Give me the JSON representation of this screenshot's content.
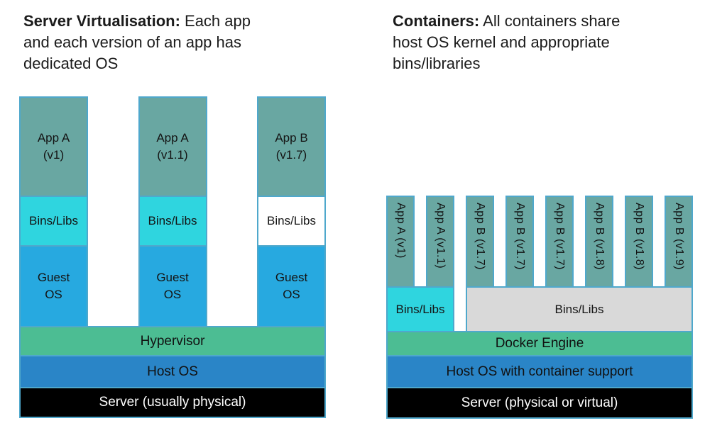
{
  "left_panel": {
    "title_lines": [
      {
        "bold": "Server Virtualisation:",
        "rest": " Each app"
      },
      {
        "rest": "and each version of an app has"
      },
      {
        "rest": "dedicated OS"
      }
    ],
    "stacks": [
      {
        "app": "App A\n(v1)",
        "bins": "Bins/Libs",
        "guest": "Guest\nOS"
      },
      {
        "app": "App A\n(v1.1)",
        "bins": "Bins/Libs",
        "guest": "Guest\nOS"
      },
      {
        "app": "App B\n(v1.7)",
        "bins": "Bins/Libs",
        "guest": "Guest\nOS"
      }
    ],
    "layers": [
      {
        "label": "Hypervisor"
      },
      {
        "label": "Host OS"
      },
      {
        "label": "Server (usually physical)"
      }
    ]
  },
  "right_panel": {
    "title_lines": [
      {
        "bold": "Containers:",
        "rest": " All containers share"
      },
      {
        "rest": "host OS kernel and appropriate"
      },
      {
        "rest": "bins/libraries"
      }
    ],
    "containers": [
      "App A (v1)",
      "App A (v1.1)",
      "App B (v1.7)",
      "App B (v1.7)",
      "App B (v1.7)",
      "App B (v1.8)",
      "App B (v1.8)",
      "App B (v1.9)"
    ],
    "bins_left": "Bins/Libs",
    "bins_shared": "Bins/Libs",
    "layers": [
      {
        "label": "Docker Engine"
      },
      {
        "label": "Host OS with container support"
      },
      {
        "label": "Server (physical or virtual)"
      }
    ]
  },
  "colors": {
    "app_teal": "#69A7A2",
    "bins_cyan": "#2FD5DF",
    "guest_blue": "#27A9E0",
    "layer_green": "#4CBD93",
    "host_blue": "#2A85C7",
    "server_black": "#000000",
    "bins_grey": "#D9D9D9",
    "box_border": "#4FA8CC"
  }
}
